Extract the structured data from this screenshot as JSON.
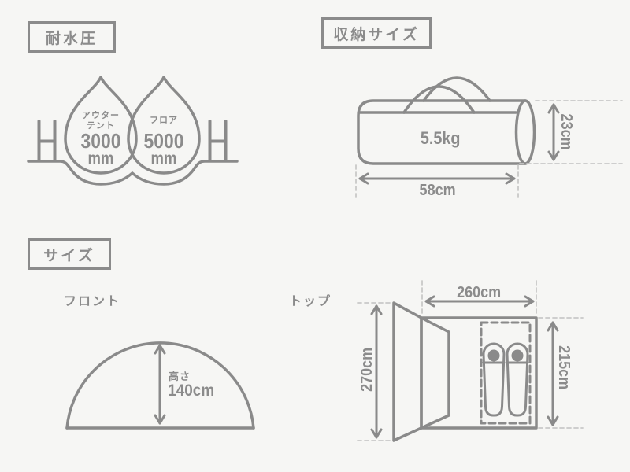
{
  "colors": {
    "background": "#f6f6f4",
    "line": "#8a8a8a",
    "dashed": "#c9c9c8"
  },
  "water_resistance": {
    "title": "耐水圧",
    "drops": [
      {
        "label_line1": "アウター",
        "label_line2": "テント",
        "value": "3000",
        "unit": "mm"
      },
      {
        "label_line1": "フロア",
        "value": "5000",
        "unit": "mm"
      }
    ]
  },
  "storage": {
    "title": "収納サイズ",
    "weight": "5.5kg",
    "diameter": "23cm",
    "length": "58cm"
  },
  "size": {
    "title": "サイズ",
    "front": {
      "label": "フロント",
      "height_caption": "高さ",
      "height_value": "140cm"
    },
    "top": {
      "label": "トップ",
      "width": "260cm",
      "total_depth": "270cm",
      "inner_length": "215cm"
    }
  }
}
